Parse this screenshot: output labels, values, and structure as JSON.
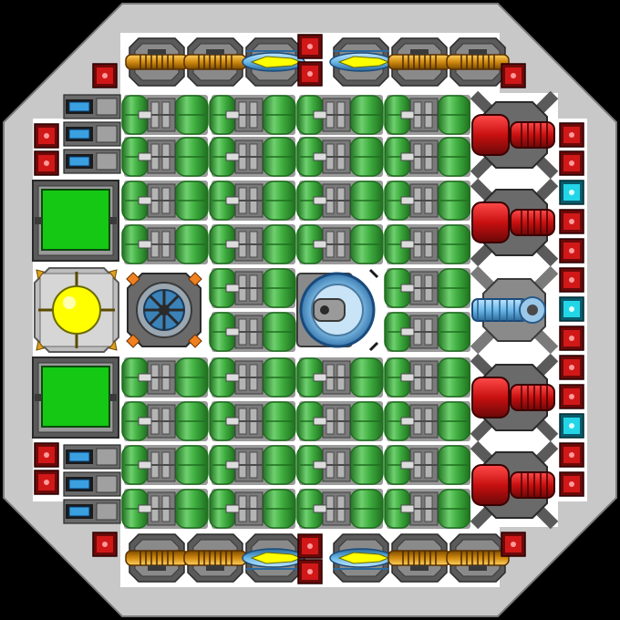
{
  "scene": {
    "kind": "top-down ship blueprint",
    "background_color": "#000000",
    "hull_color": "#c8c8c8",
    "deck_color": "#ffffff"
  },
  "palette": {
    "tank_green": "#3fae3f",
    "tank_green_dark": "#1f6e1f",
    "tank_green_light": "#7ad87a",
    "pipe_gray": "#8c8c8c",
    "pipe_dark": "#4a4a4a",
    "armor_red": "#d01818",
    "armor_red_dark": "#7a0a0a",
    "cyan_light": "#22d6e8",
    "blue_thruster": "#3aa0e0",
    "gold": "#e0a020",
    "core_yellow": "#ffff00",
    "hatch_green": "#14c814"
  },
  "modules": {
    "fuel_tank_grid": {
      "icon": "fuel-tank-icon",
      "rows": 10,
      "cols": 4
    },
    "top_engines": {
      "icon": "engine-icon",
      "count": 6
    },
    "bottom_engines": {
      "icon": "engine-icon",
      "count": 6
    },
    "right_turrets": {
      "icon": "red-turret-icon",
      "count": 4
    },
    "center_turret": {
      "icon": "ion-cannon-icon",
      "count": 1
    },
    "reactor_core": {
      "icon": "reactor-core-icon"
    },
    "gyroscope": {
      "icon": "gyroscope-icon"
    },
    "cockpit": {
      "icon": "cockpit-dome-icon"
    },
    "cargo_hatches": {
      "icon": "green-hatch-icon",
      "count": 2
    },
    "left_thrusters": {
      "icon": "blue-thruster-icon",
      "count": 6
    },
    "armor_blocks": {
      "icon": "red-armor-block-icon"
    },
    "shield_lights": {
      "icon": "cyan-light-icon",
      "count": 3
    }
  }
}
